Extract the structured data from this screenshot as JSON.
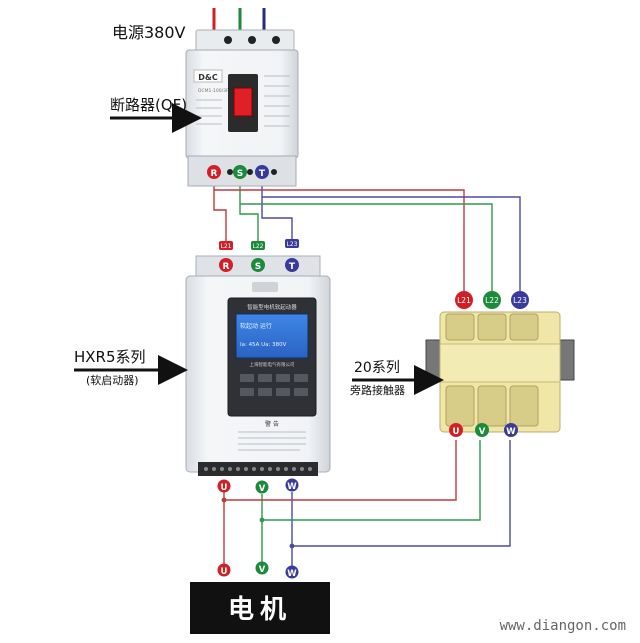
{
  "labels": {
    "power": "电源380V",
    "breaker": "断路器(QF)",
    "starter_series": "HXR5系列",
    "starter_sub": "(软启动器)",
    "contactor_series": "20系列",
    "contactor_sub": "旁路接触器",
    "motor": "电机",
    "watermark": "www.diangon.com"
  },
  "breaker": {
    "brand": "D&C",
    "model": "DCM1-100/3P"
  },
  "breaker_terminals": [
    "R",
    "S",
    "T"
  ],
  "starter_input": {
    "tags": [
      "L21",
      "L22",
      "L23"
    ],
    "terminals": [
      "R",
      "S",
      "T"
    ]
  },
  "starter_output": [
    "U",
    "V",
    "W"
  ],
  "starter_panel": {
    "header": "智能型电机软起动器",
    "lcd_lines": [
      "软起动  运行",
      "Ia: 45A  Ua: 380V"
    ],
    "brand": "上海智能电气有限公司",
    "caution": "警 告"
  },
  "contactor_input": [
    "L21",
    "L22",
    "L23"
  ],
  "contactor_output": [
    "U",
    "V",
    "W"
  ],
  "motor_terminals": [
    "U",
    "V",
    "W"
  ],
  "colors": {
    "phase_r": "#d11f26",
    "phase_s": "#1b8a3a",
    "phase_t": "#3a3a9a",
    "wire_red": "#c0393b",
    "wire_green": "#2f9a49",
    "wire_blue": "#4a4aa8",
    "motor_bg": "#111111",
    "contactor_body": "#efe6a8"
  }
}
